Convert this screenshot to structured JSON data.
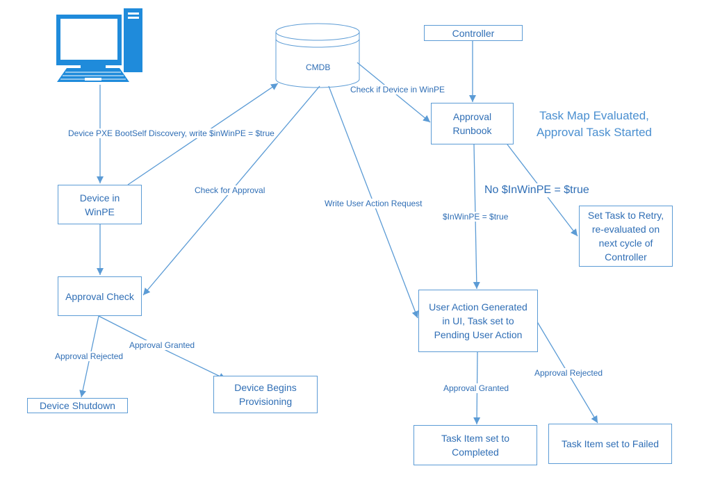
{
  "colors": {
    "stroke": "#5b9bd5",
    "text": "#2f6eb5",
    "computer": "#1f8bdb"
  },
  "icons": {
    "computer": "computer-icon",
    "database": "database-icon"
  },
  "nodes": {
    "cmdb": "CMDB",
    "controller": "Controller",
    "approval_runbook": "Approval\nRunbook",
    "device_in_winpe": "Device in\nWinPE",
    "approval_check": "Approval Check",
    "device_shutdown": "Device Shutdown",
    "device_begins_provisioning": "Device Begins\nProvisioning",
    "set_task_retry": "Set Task to Retry,\nre-evaluated on\nnext cycle of\nController",
    "user_action_generated": "User Action Generated\nin UI, Task set to\nPending User Action",
    "task_completed": "Task Item set to\nCompleted",
    "task_failed": "Task Item set to Failed"
  },
  "labels": {
    "device_pxe_boots": "Device PXE Boots",
    "self_discovery": "Self Discovery, write $inWinPE = $true",
    "check_for_approval": "Check for Approval",
    "write_user_action": "Write User Action Request",
    "check_device_in_winpe": "Check if Device in WinPE",
    "no_inwinpe": "No $InWinPE = $true",
    "inwinpe_true": "$InWinPE = $true",
    "approval_rejected_left": "Approval Rejected",
    "approval_granted_left": "Approval Granted",
    "approval_granted_right": "Approval Granted",
    "approval_rejected_right": "Approval Rejected"
  },
  "annotation": "Task Map Evaluated,\nApproval Task Started"
}
